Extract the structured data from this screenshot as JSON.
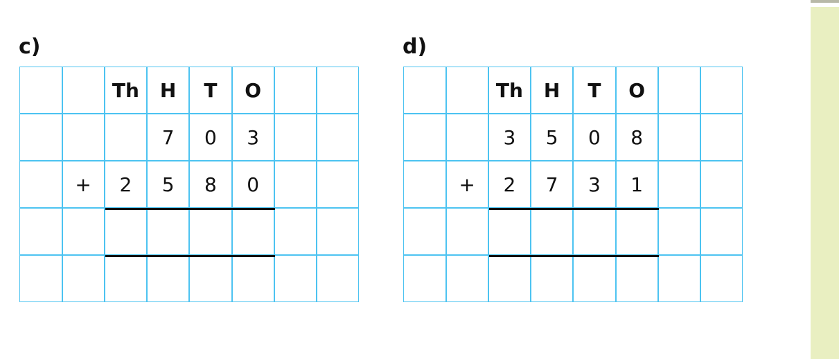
{
  "problems": [
    {
      "label": "c)",
      "rows": [
        [
          "",
          "",
          "Th",
          "H",
          "T",
          "O",
          "",
          ""
        ],
        [
          "",
          "",
          "",
          "7",
          "0",
          "3",
          "",
          ""
        ],
        [
          "",
          "+",
          "2",
          "5",
          "8",
          "0",
          "",
          ""
        ],
        [
          "",
          "",
          "",
          "",
          "",
          "",
          "",
          ""
        ],
        [
          "",
          "",
          "",
          "",
          "",
          "",
          "",
          ""
        ]
      ]
    },
    {
      "label": "d)",
      "rows": [
        [
          "",
          "",
          "Th",
          "H",
          "T",
          "O",
          "",
          ""
        ],
        [
          "",
          "",
          "3",
          "5",
          "0",
          "8",
          "",
          ""
        ],
        [
          "",
          "+",
          "2",
          "7",
          "3",
          "1",
          "",
          ""
        ],
        [
          "",
          "",
          "",
          "",
          "",
          "",
          "",
          ""
        ],
        [
          "",
          "",
          "",
          "",
          "",
          "",
          "",
          ""
        ]
      ]
    }
  ],
  "colors": {
    "grid": "#4cc3f1",
    "side_panel": "#e9efc1"
  }
}
